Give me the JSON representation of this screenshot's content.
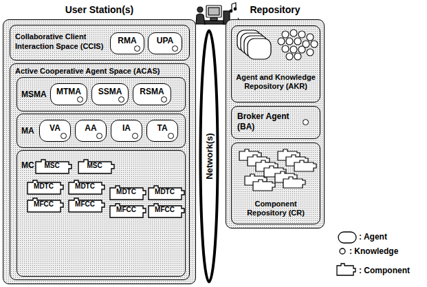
{
  "diagram": {
    "nodes": [
      {
        "text": [
          "User Station(s)"
        ]
      },
      {
        "text": [
          "Collaborative Client Interaction Space (CCIS)"
        ],
        "in": 0
      },
      {
        "text": [
          "RMA"
        ],
        "in": 1
      },
      {
        "text": [
          "UPA"
        ],
        "in": 1
      },
      {
        "text": [
          "Active Cooperative Agent Space (ACAS)"
        ],
        "in": 0
      },
      {
        "text": [
          "MSMA"
        ],
        "in": 4
      },
      {
        "text": [
          "MTMA"
        ],
        "in": 5
      },
      {
        "text": [
          "SSMA"
        ],
        "in": 5
      },
      {
        "text": [
          "RSMA"
        ],
        "in": 5
      },
      {
        "text": [
          "MA"
        ],
        "in": 4
      },
      {
        "text": [
          "VA"
        ],
        "in": 9
      },
      {
        "text": [
          "AA"
        ],
        "in": 9
      },
      {
        "text": [
          "IA"
        ],
        "in": 9
      },
      {
        "text": [
          "TA"
        ],
        "in": 9
      },
      {
        "text": [
          "MC"
        ],
        "in": 4
      },
      {
        "text": [
          "MSC"
        ],
        "in": 14
      },
      {
        "text": [
          "MSC"
        ],
        "in": 14
      },
      {
        "text": [
          "MDTC"
        ],
        "in": 14
      },
      {
        "text": [
          "MDTC"
        ],
        "in": 14
      },
      {
        "text": [
          "MDTC"
        ],
        "in": 14
      },
      {
        "text": [
          "MDTC"
        ],
        "in": 14
      },
      {
        "text": [
          "MFCC"
        ],
        "in": 14
      },
      {
        "text": [
          "MFCC"
        ],
        "in": 14
      },
      {
        "text": [
          "MFCC"
        ],
        "in": 14
      },
      {
        "text": [
          "MFCC"
        ],
        "in": 14
      },
      {
        "text": [
          "Network(s)"
        ]
      },
      {
        "text": [
          "Repository"
        ]
      },
      {
        "text": [
          "Agent and Knowledge Repository (AKR)"
        ],
        "in": 26
      },
      {
        "text": [
          "Broker Agent (BA)"
        ],
        "in": 26
      },
      {
        "text": [
          "Component Repository (CR)"
        ],
        "in": 26
      }
    ],
    "legend": [
      {
        "text": ": Agent"
      },
      {
        "text": ": Knowledge"
      },
      {
        "text": ": Component"
      }
    ]
  }
}
